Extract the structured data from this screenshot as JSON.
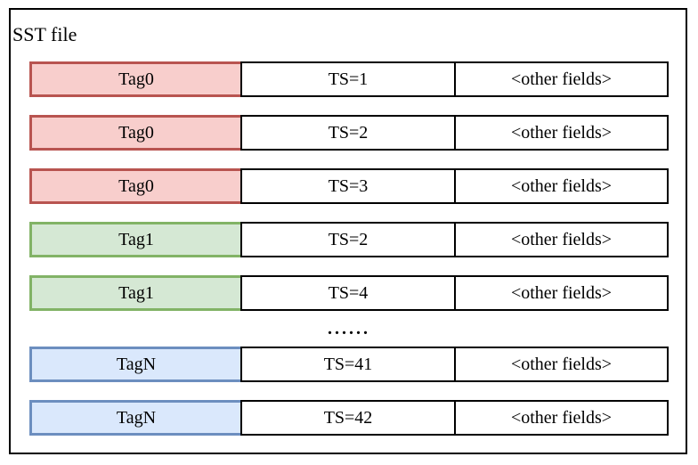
{
  "diagram": {
    "title": "SST file",
    "ellipsis": "......",
    "colors": {
      "red_fill": "#f8cecc",
      "red_stroke": "#b85450",
      "green_fill": "#d5e8d4",
      "green_stroke": "#82b366",
      "blue_fill": "#dae8fc",
      "blue_stroke": "#6c8ebf",
      "cell_fill": "#ffffff",
      "cell_stroke": "#000000",
      "outer_stroke": "#000000"
    },
    "rows": [
      {
        "tag": "Tag0",
        "group": "red",
        "ts": "TS=1",
        "other": "<other fields>"
      },
      {
        "tag": "Tag0",
        "group": "red",
        "ts": "TS=2",
        "other": "<other fields>"
      },
      {
        "tag": "Tag0",
        "group": "red",
        "ts": "TS=3",
        "other": "<other fields>"
      },
      {
        "tag": "Tag1",
        "group": "green",
        "ts": "TS=2",
        "other": "<other fields>"
      },
      {
        "tag": "Tag1",
        "group": "green",
        "ts": "TS=4",
        "other": "<other fields>"
      },
      {
        "tag": "TagN",
        "group": "blue",
        "ts": "TS=41",
        "other": "<other fields>"
      },
      {
        "tag": "TagN",
        "group": "blue",
        "ts": "TS=42",
        "other": "<other fields>"
      }
    ]
  }
}
